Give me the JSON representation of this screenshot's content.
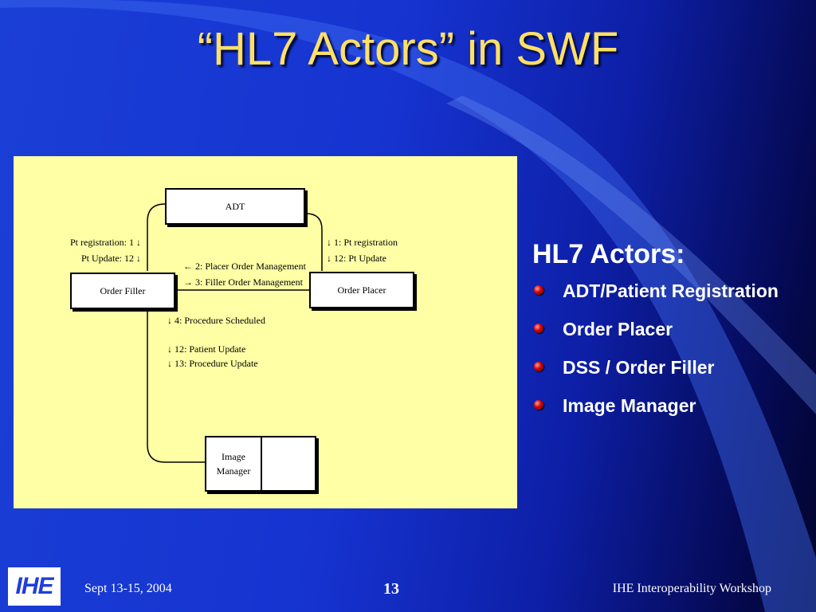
{
  "slide": {
    "title": "“HL7 Actors” in SWF"
  },
  "diagram": {
    "actors": {
      "adt": "ADT",
      "order_filler": "Order Filler",
      "order_placer": "Order Placer",
      "image_manager": "Image\nManager"
    },
    "messages": {
      "pt_registration_left": "Pt registration: 1 ↓",
      "pt_update_left": "Pt Update: 12 ↓",
      "pt_registration_right": "↓ 1: Pt registration",
      "pt_update_right": "↓ 12: Pt Update",
      "placer_order_mgmt": "← 2: Placer Order Management",
      "filler_order_mgmt": "→ 3: Filler Order Management",
      "procedure_scheduled": "↓ 4: Procedure Scheduled",
      "patient_update": "↓ 12: Patient Update",
      "procedure_update": "↓ 13: Procedure Update"
    }
  },
  "actors_list": {
    "heading": "HL7 Actors:",
    "items": [
      "ADT/Patient Registration",
      "Order Placer",
      "DSS / Order Filler",
      "Image Manager"
    ]
  },
  "footer": {
    "date": "Sept 13-15, 2004",
    "page_number": "13",
    "event": "IHE Interoperability Workshop",
    "logo_text": "IHE"
  },
  "colors": {
    "title": "#ffe066",
    "diagram_bg": "#ffffa6",
    "bullet": "#d10000"
  }
}
